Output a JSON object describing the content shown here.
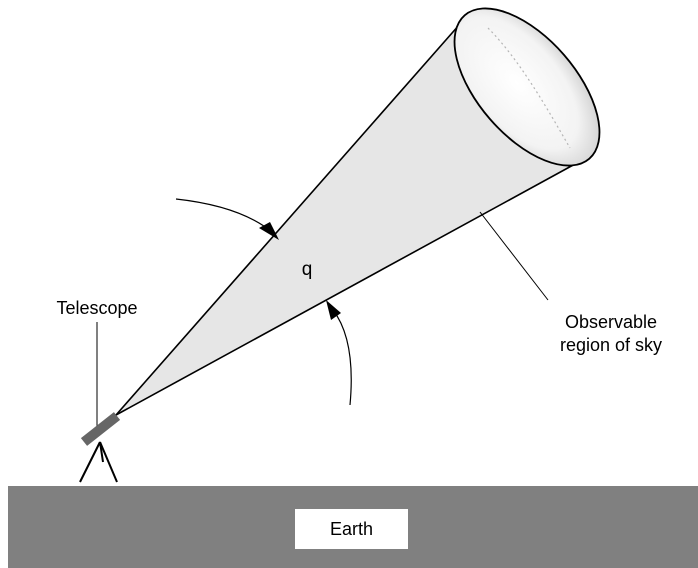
{
  "labels": {
    "telescope": "Telescope",
    "angle": "q",
    "observable_line1": "Observable",
    "observable_line2": "region of sky",
    "earth": "Earth"
  },
  "colors": {
    "cone_fill": "#e6e6e6",
    "earth_fill": "#808080",
    "telescope_tube": "#666666",
    "outline": "#000000",
    "label_box": "#ffffff"
  }
}
